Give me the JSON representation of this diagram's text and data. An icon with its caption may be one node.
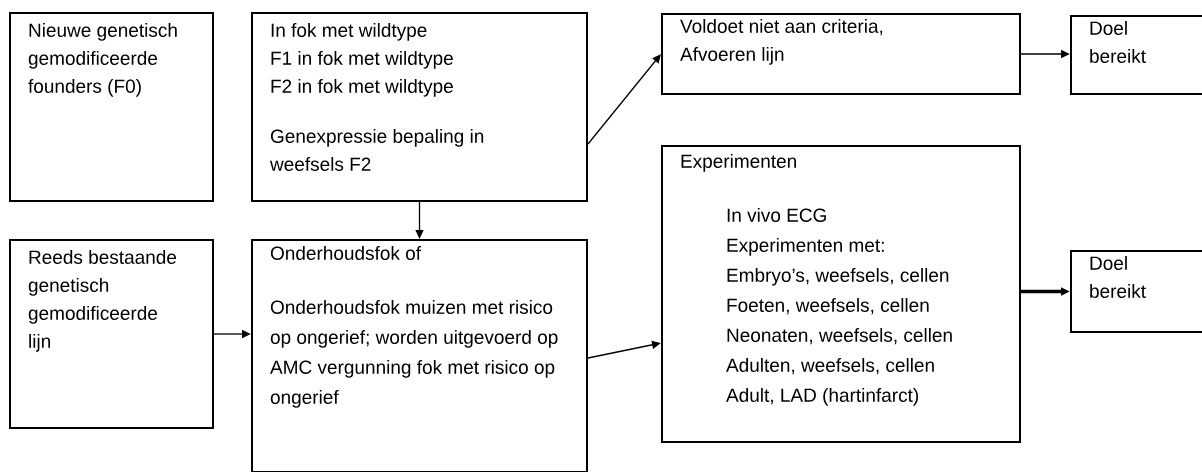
{
  "diagram": {
    "nodes": [
      {
        "text": [
          "Nieuwe genetisch gemodificeerde founders (F0)"
        ]
      },
      {
        "text": [
          "In fok met wildtype",
          "F1 in fok met wildtype",
          "F2 in fok met wildtype",
          "Genexpressie bepaling in weefsels F2"
        ]
      },
      {
        "text": [
          "Voldoet niet aan criteria, Afvoeren lijn"
        ]
      },
      {
        "text": [
          "Doel bereikt"
        ]
      },
      {
        "text": [
          "Reeds bestaande genetisch gemodificeerde lijn"
        ]
      },
      {
        "text": [
          "Onderhoudsfok of",
          "Onderhoudsfok muizen met risico op ongerief; worden uitgevoerd op AMC vergunning  fok met risico op ongerief"
        ]
      },
      {
        "text": [
          "Experimenten",
          "In vivo ECG",
          "Experimenten met:",
          "Embryo’s, weefsels, cellen",
          "Foeten, weefsels, cellen",
          "Neonaten, weefsels, cellen",
          "Adulten, weefsels, cellen",
          "Adult, LAD (hartinfarct)"
        ]
      },
      {
        "text": [
          "Doel bereikt"
        ]
      }
    ],
    "edges": [
      {
        "from": 1,
        "to": 5,
        "arrow": "to"
      },
      {
        "from": 4,
        "to": 5,
        "arrow": "to"
      },
      {
        "from": 1,
        "to": 2,
        "arrow": "to"
      },
      {
        "from": 2,
        "to": 3,
        "arrow": "to"
      },
      {
        "from": 5,
        "to": 6,
        "arrow": "to"
      },
      {
        "from": 6,
        "to": 7,
        "arrow": "to",
        "style": "thick"
      }
    ]
  }
}
